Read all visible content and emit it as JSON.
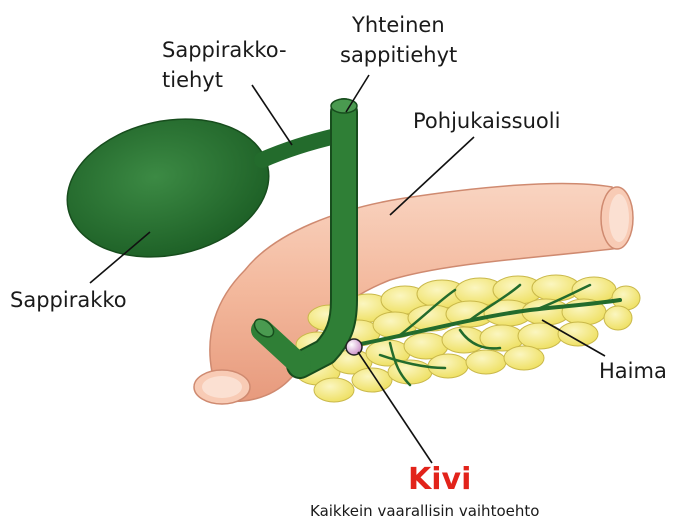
{
  "labels": {
    "yhteinen_1": "Yhteinen",
    "yhteinen_2": "sappitiehyt",
    "sappirakko_tiehyt_1": "Sappirakko-",
    "sappirakko_tiehyt_2": "tiehyt",
    "pohjukaissuoli": "Pohjukaissuoli",
    "sappirakko": "Sappirakko",
    "haima": "Haima",
    "kivi": "Kivi",
    "kivi_note": "Kaikkein vaarallisin vaihtoehto"
  },
  "colors": {
    "gallbladder": "#236b2c",
    "duodenum": "#f2b79c",
    "pancreas": "#f6ec86",
    "stone": "#e9b8e6",
    "kivi_text": "#e2231a"
  }
}
